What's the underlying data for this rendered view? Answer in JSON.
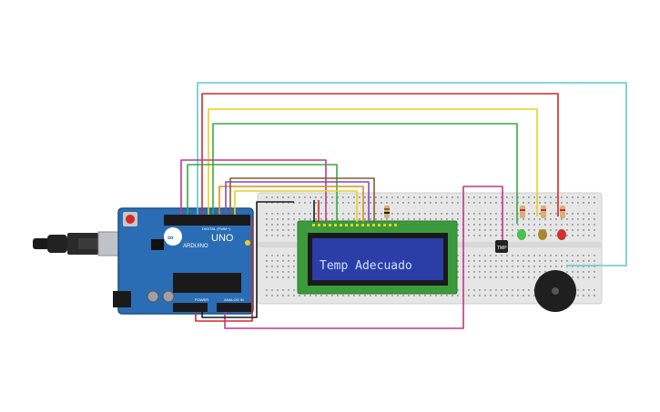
{
  "lcd": {
    "text": "Temp Adecuado"
  },
  "arduino": {
    "brand": "ARDUINO",
    "model": "UNO",
    "digital_label": "DIGITAL (PWM~)",
    "power_label": "POWER",
    "analog_label": "ANALOG IN"
  },
  "sensor": {
    "label": "TMP"
  },
  "colors": {
    "wire_red": "#d62828",
    "wire_yellow": "#e6d21e",
    "wire_green": "#3aa845",
    "wire_cyan": "#5ec9d2",
    "wire_magenta": "#c0378c",
    "wire_orange": "#e48a1e",
    "wire_brown": "#8a5a2b",
    "wire_purple": "#7c4cc4",
    "wire_black": "#1a1a1a",
    "arduino_blue": "#2a6db5",
    "lcd_green": "#3b9b3c",
    "lcd_screen": "#2b3ea8",
    "breadboard": "#e6e6e6"
  },
  "leds": [
    {
      "name": "green",
      "color": "#46c24a"
    },
    {
      "name": "yellow",
      "color": "#a8882a"
    },
    {
      "name": "red",
      "color": "#d23030"
    }
  ]
}
